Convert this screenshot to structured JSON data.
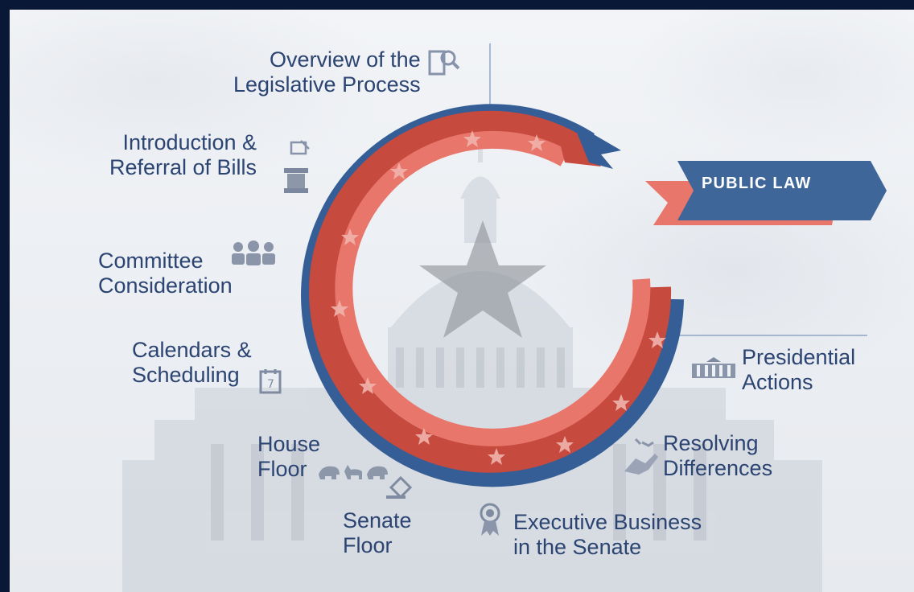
{
  "diagram": {
    "center_label": "PUBLIC LAW",
    "steps": {
      "overview": [
        "Overview of the",
        "Legislative Process"
      ],
      "introduction": [
        "Introduction &",
        "Referral of Bills"
      ],
      "committee": [
        "Committee",
        "Consideration"
      ],
      "calendars": [
        "Calendars &",
        "Scheduling"
      ],
      "house": [
        "House",
        "Floor"
      ],
      "senate": [
        "Senate",
        "Floor"
      ],
      "executive": [
        "Executive Business",
        "in the Senate"
      ],
      "resolving": [
        "Resolving",
        "Differences"
      ],
      "presidential": [
        "Presidential",
        "Actions"
      ]
    },
    "icons": {
      "overview": "magnifier-document-icon",
      "introduction": "document-pen-icon",
      "introduction_2": "column-icon",
      "committee": "people-group-icon",
      "calendars": "calendar-icon",
      "house": "elephant-donkey-icon",
      "senate": "gavel-tag-icon",
      "executive": "award-ribbon-icon",
      "resolving": "handshake-icon",
      "presidential": "white-house-icon"
    },
    "colors": {
      "navy": "#2b4472",
      "red": "#c64a3e",
      "coral": "#e9766b",
      "blue": "#355e96",
      "text": "#2b4472",
      "frame": "#0a1838"
    }
  }
}
